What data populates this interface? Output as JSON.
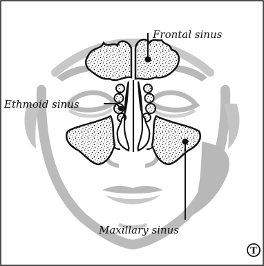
{
  "labels": {
    "frontal": "Frontal sinus",
    "ethmoid": "Ethmoid sinus",
    "maxillary": "Maxillary sinus"
  },
  "credit_mark": "T",
  "colors": {
    "face_gray": "#b8b8b8",
    "face_light": "#d2d2d2",
    "ink": "#111111",
    "sinus_fill": "#ffffff",
    "background": "#ffffff"
  }
}
